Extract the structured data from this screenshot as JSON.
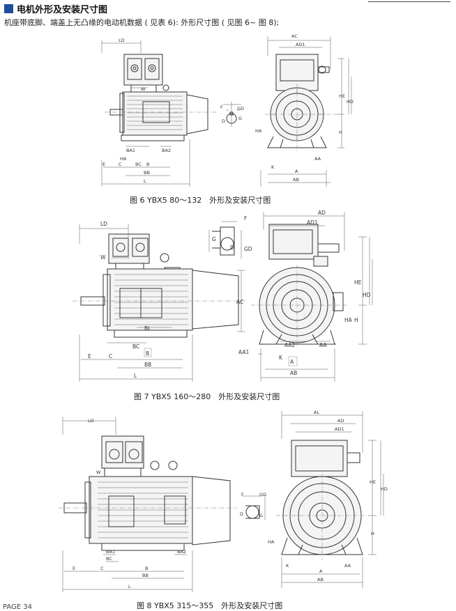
{
  "section": {
    "title": "电机外形及安装尺寸图",
    "subtitle": "机座带底脚、端盖上无凸缘的电动机数据 ( 见表 6): 外形尺寸图 ( 见图 6~ 图 8);"
  },
  "figures": [
    {
      "caption": "图 6 YBX5 80～132　外形及安装尺寸图",
      "side_labels": [
        "LD",
        "W",
        "BA1",
        "BA2",
        "HA",
        "E",
        "C",
        "BC",
        "B",
        "BB",
        "L",
        "G",
        "GD",
        "F",
        "D"
      ],
      "front_labels": [
        "AC",
        "AD1",
        "HE",
        "HD",
        "H",
        "K",
        "AA",
        "A",
        "AB"
      ]
    },
    {
      "caption": "图 7 YBX5 160～280　外形及安装尺寸图",
      "side_labels": [
        "LD",
        "W",
        "BL",
        "BC",
        "E",
        "C",
        "B",
        "BB",
        "L",
        "AC",
        "F",
        "G",
        "GD",
        "D"
      ],
      "front_labels": [
        "AD",
        "AD1",
        "HE",
        "HD",
        "HA",
        "H",
        "AA1",
        "AA2",
        "AA",
        "K",
        "A",
        "AB"
      ]
    },
    {
      "caption": "图 8 YBX5 315～355　外形及安装尺寸图",
      "side_labels": [
        "LD",
        "W",
        "BA1",
        "BC",
        "BA2",
        "E",
        "C",
        "B",
        "BB",
        "L",
        "F",
        "GD",
        "G",
        "D"
      ],
      "front_labels": [
        "AL",
        "AD",
        "AD1",
        "HE",
        "HD",
        "H",
        "HA",
        "K",
        "AA",
        "A",
        "AB"
      ]
    }
  ],
  "page_label": "PAGE 34"
}
